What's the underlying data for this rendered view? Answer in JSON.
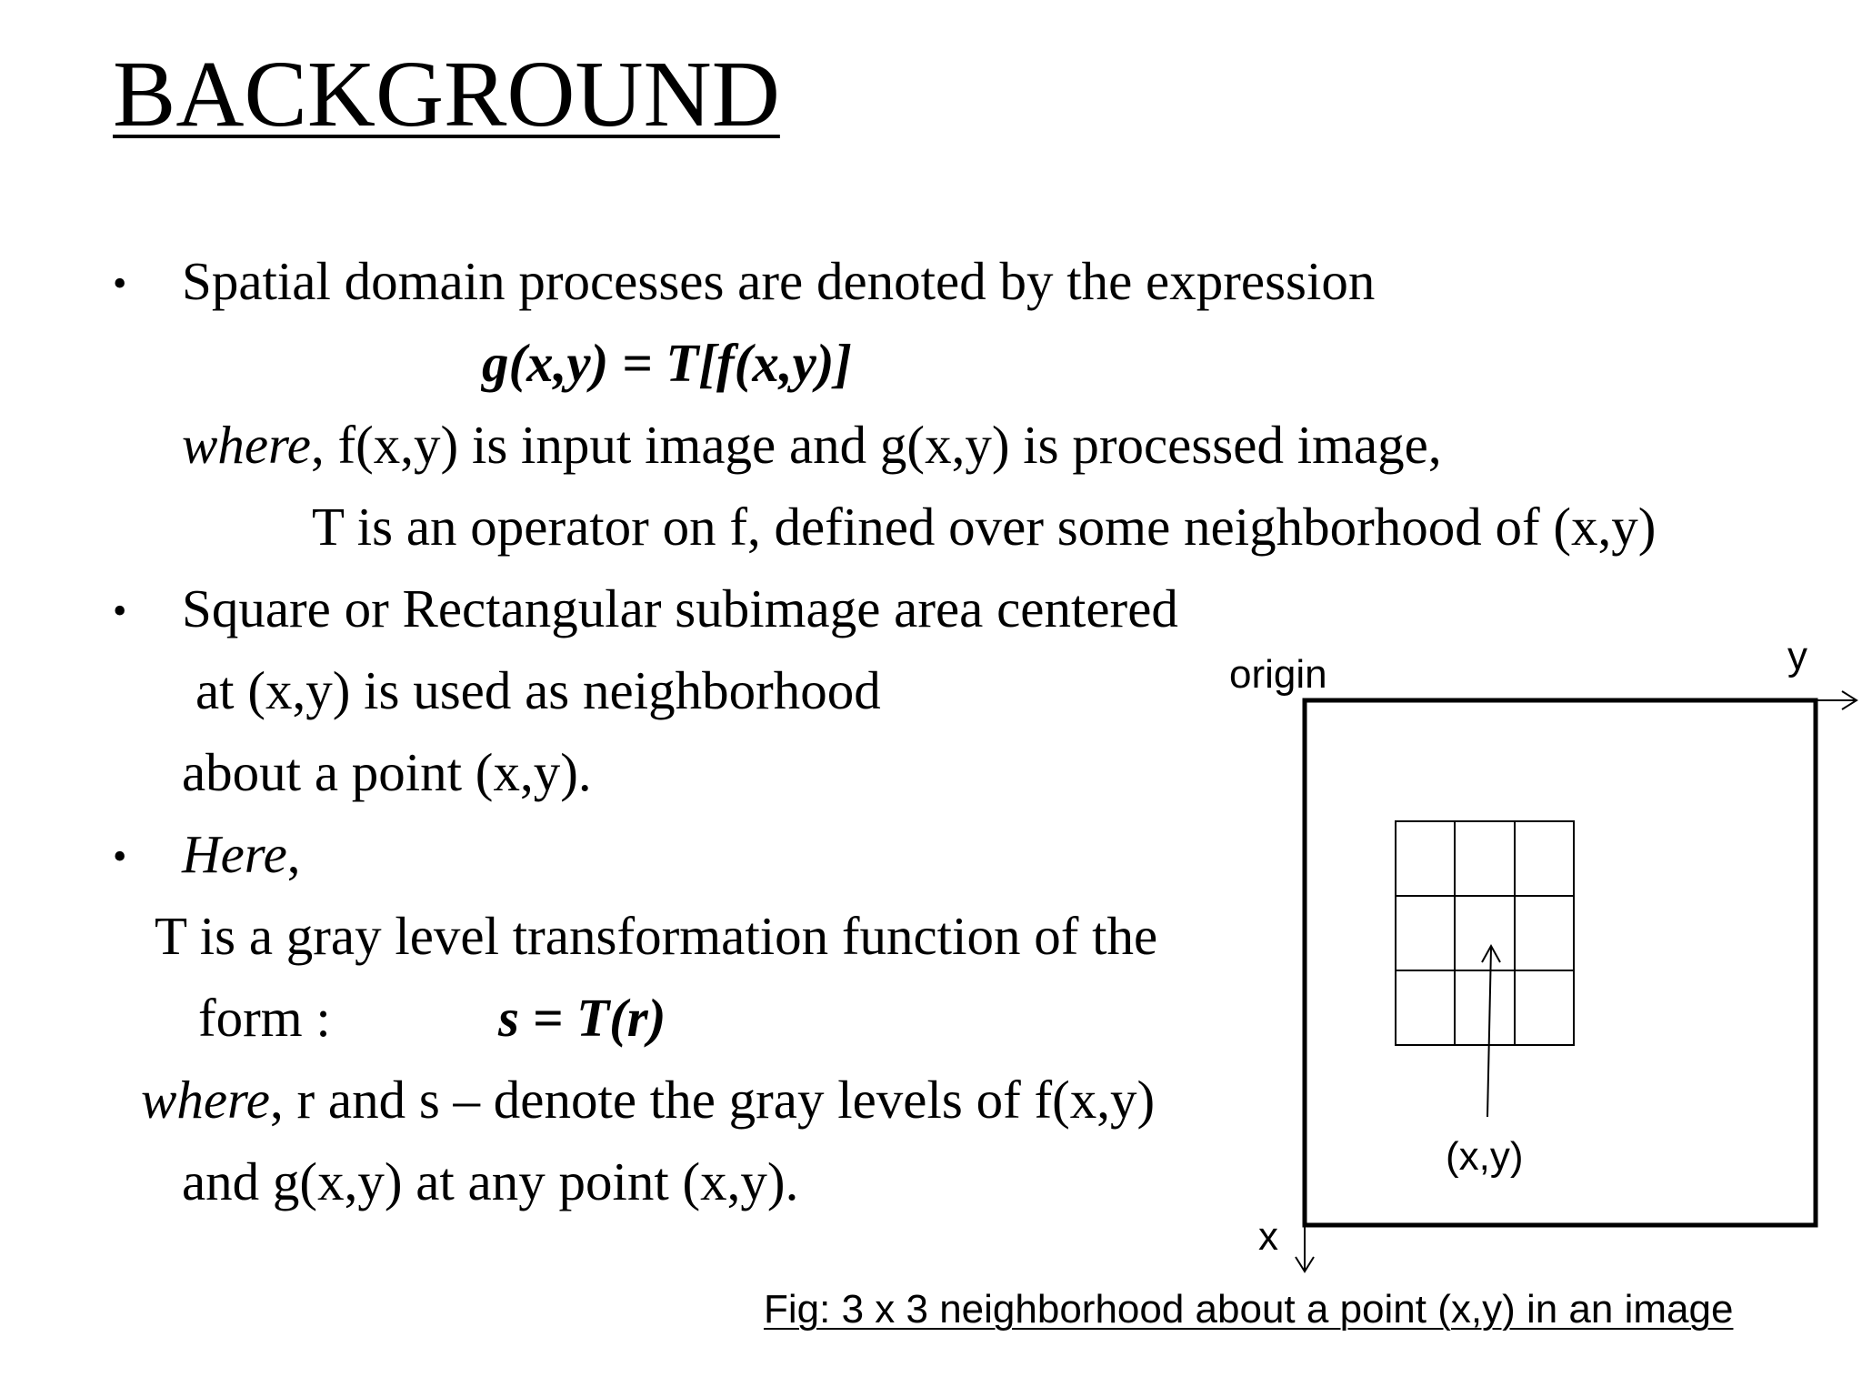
{
  "title": "BACKGROUND",
  "bullet_symbol": "•",
  "section1": {
    "line1": "Spatial domain processes are denoted by the expression",
    "expression": "g(x,y) = T[f(x,y)]",
    "where_word": "where",
    "line3_rest": ", f(x,y) is input image and g(x,y) is processed image,",
    "line4": "T is an operator on f, defined over some neighborhood of (x,y)"
  },
  "section2": {
    "line1": "Square or Rectangular subimage area centered",
    "line2": "at (x,y) is used as neighborhood",
    "line3": "about a point (x,y)."
  },
  "section3": {
    "here_word": "Here",
    "here_rest": ",",
    "line2": "T is a gray level transformation function of the",
    "form_label": "form :",
    "form_expression": "s = T(r)",
    "where_word": "where",
    "line4_rest": ",  r and s – denote the gray levels of f(x,y)",
    "line5": "and g(x,y) at any point (x,y)."
  },
  "figure": {
    "origin_label": "origin",
    "y_axis_label": "y",
    "x_axis_label": "x",
    "point_label": "(x,y)",
    "caption": "Fig: 3 x 3 neighborhood about a point (x,y) in an image"
  }
}
